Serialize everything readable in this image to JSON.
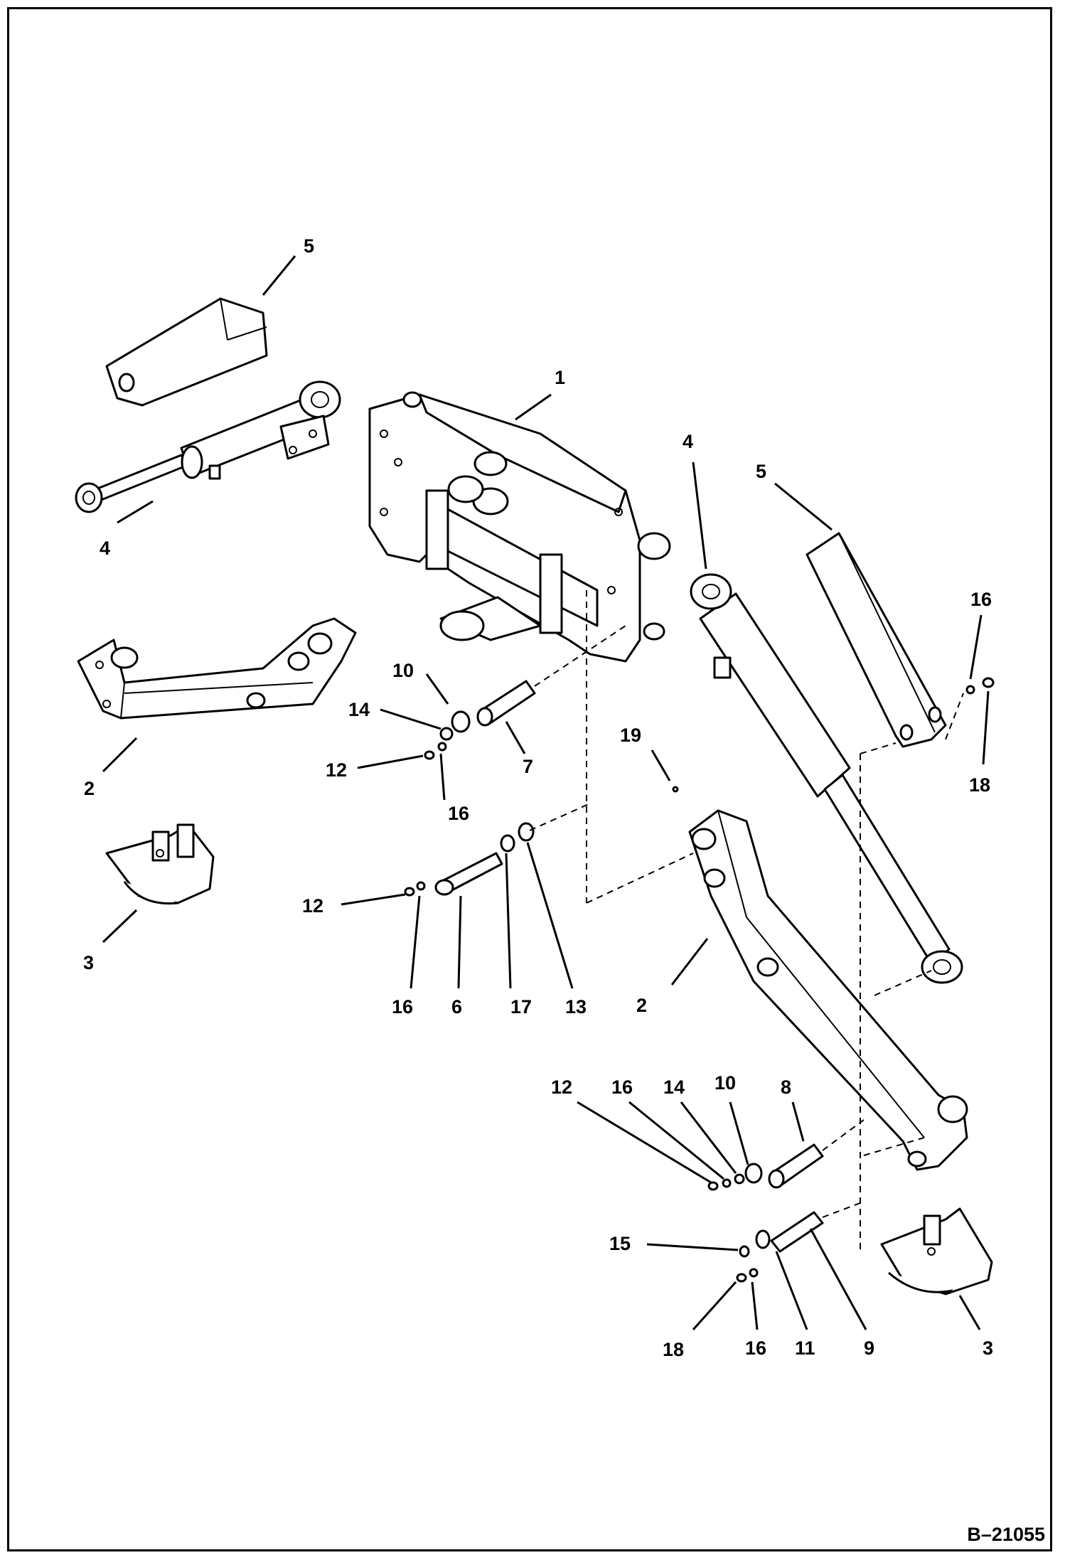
{
  "drawing_code": "B–21055",
  "callouts": [
    {
      "id": "lbl-5-top",
      "text": "5"
    },
    {
      "id": "lbl-1",
      "text": "1"
    },
    {
      "id": "lbl-4-left",
      "text": "4"
    },
    {
      "id": "lbl-4-right",
      "text": "4"
    },
    {
      "id": "lbl-5-right",
      "text": "5"
    },
    {
      "id": "lbl-16-right",
      "text": "16"
    },
    {
      "id": "lbl-18-right",
      "text": "18"
    },
    {
      "id": "lbl-2-left",
      "text": "2"
    },
    {
      "id": "lbl-10-a",
      "text": "10"
    },
    {
      "id": "lbl-14-a",
      "text": "14"
    },
    {
      "id": "lbl-12-a",
      "text": "12"
    },
    {
      "id": "lbl-16-a",
      "text": "16"
    },
    {
      "id": "lbl-7",
      "text": "7"
    },
    {
      "id": "lbl-19",
      "text": "19"
    },
    {
      "id": "lbl-3-left",
      "text": "3"
    },
    {
      "id": "lbl-12-b",
      "text": "12"
    },
    {
      "id": "lbl-16-b",
      "text": "16"
    },
    {
      "id": "lbl-6",
      "text": "6"
    },
    {
      "id": "lbl-17",
      "text": "17"
    },
    {
      "id": "lbl-13",
      "text": "13"
    },
    {
      "id": "lbl-2-right",
      "text": "2"
    },
    {
      "id": "lbl-12-c",
      "text": "12"
    },
    {
      "id": "lbl-16-c",
      "text": "16"
    },
    {
      "id": "lbl-14-c",
      "text": "14"
    },
    {
      "id": "lbl-10-c",
      "text": "10"
    },
    {
      "id": "lbl-8",
      "text": "8"
    },
    {
      "id": "lbl-15",
      "text": "15"
    },
    {
      "id": "lbl-18-bottom",
      "text": "18"
    },
    {
      "id": "lbl-16-bottom",
      "text": "16"
    },
    {
      "id": "lbl-11",
      "text": "11"
    },
    {
      "id": "lbl-9",
      "text": "9"
    },
    {
      "id": "lbl-3-right",
      "text": "3"
    }
  ]
}
